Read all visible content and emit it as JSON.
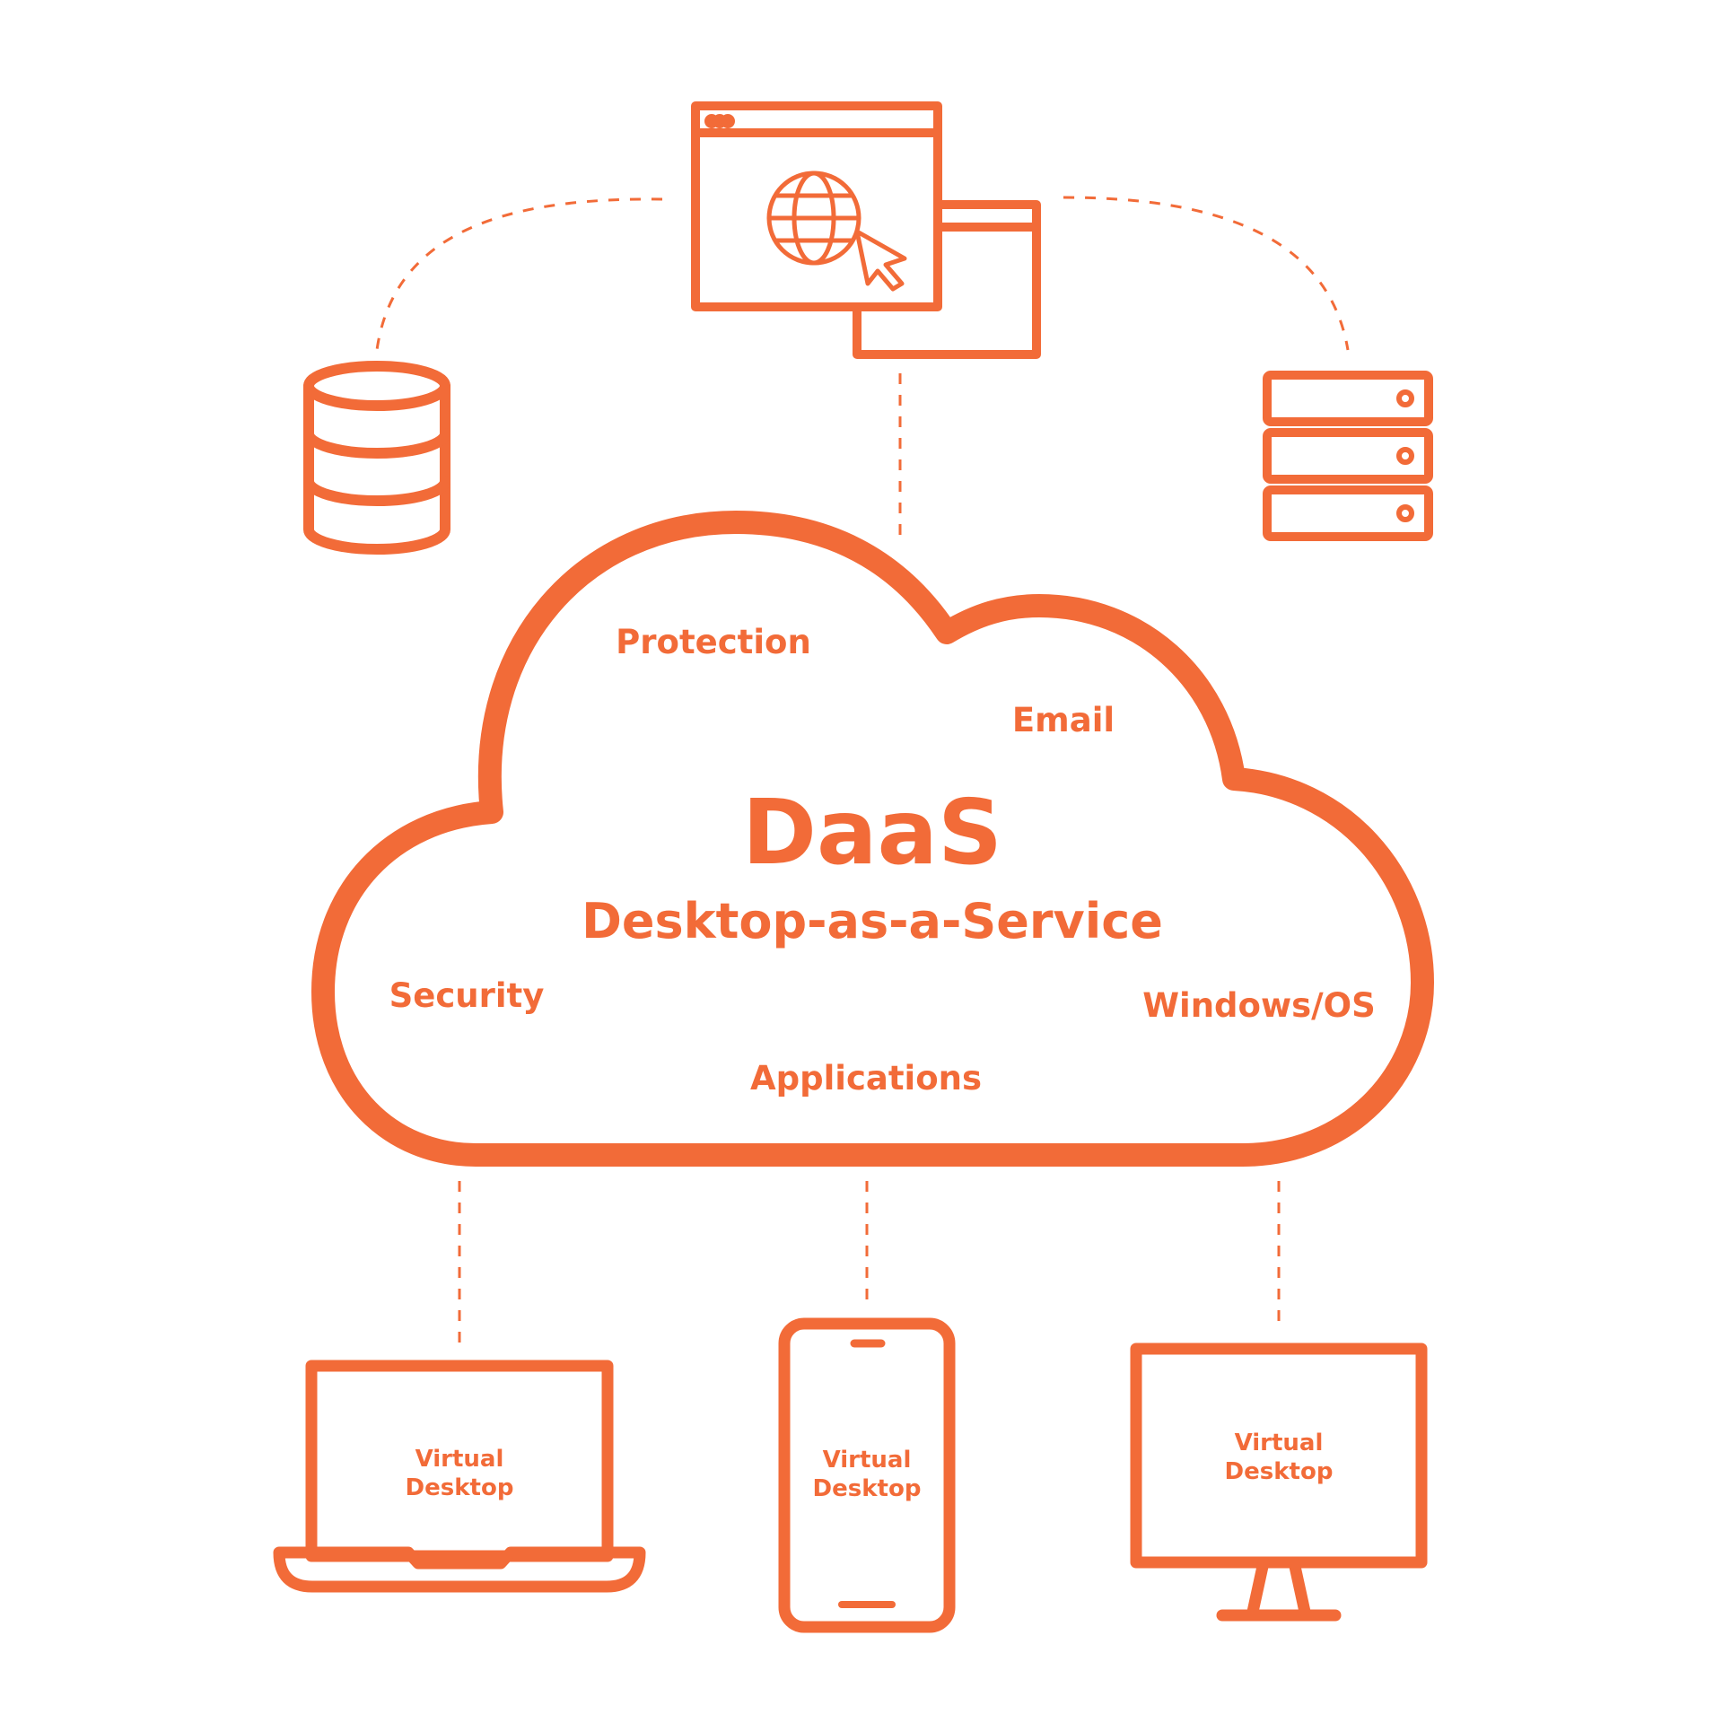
{
  "colors": {
    "accent": "#f26b38",
    "background": "#ffffff"
  },
  "cloud": {
    "title": "DaaS",
    "subtitle": "Desktop-as-a-Service",
    "features": {
      "protection": "Protection",
      "email": "Email",
      "security": "Security",
      "windows_os": "Windows/OS",
      "applications": "Applications"
    }
  },
  "top_icons": [
    "database-icon",
    "browser-window-icon",
    "server-rack-icon"
  ],
  "devices": [
    {
      "icon": "laptop-icon",
      "label_line1": "Virtual",
      "label_line2": "Desktop"
    },
    {
      "icon": "smartphone-icon",
      "label_line1": "Virtual",
      "label_line2": "Desktop"
    },
    {
      "icon": "monitor-icon",
      "label_line1": "Virtual",
      "label_line2": "Desktop"
    }
  ]
}
